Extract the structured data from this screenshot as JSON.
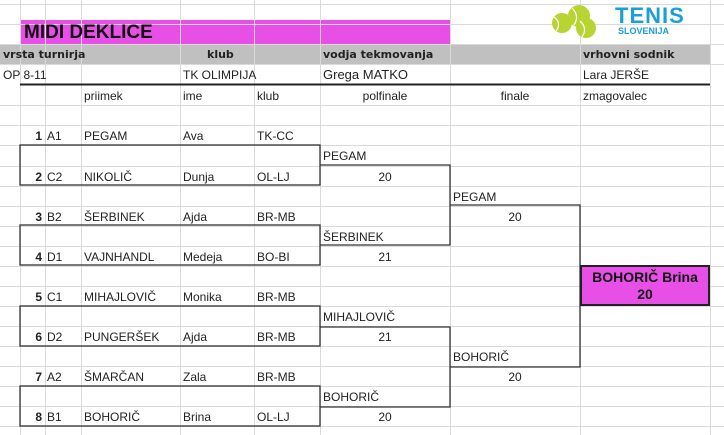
{
  "title": "MIDI DEKLICE",
  "logo": {
    "line1": "TENIS",
    "line2": "SLOVENIJA"
  },
  "header": {
    "vrsta_label": "vrsta turnirja",
    "klub_label": "klub",
    "vodja_label": "vodja tekmovanja",
    "sodnik_label": "vrhovni  sodnik",
    "vrsta_value": "OP 8-11",
    "klub_value": "TK OLIMPIJA",
    "vodja_value": "Grega MATKO",
    "sodnik_value": "Lara JERŠE"
  },
  "columns": {
    "priimek": "priimek",
    "ime": "ime",
    "klub": "klub",
    "polfinale": "polfinale",
    "finale": "finale",
    "zmagovalec": "zmagovalec"
  },
  "players": [
    {
      "num": "1",
      "seed": "A1",
      "surname": "PEGAM",
      "name": "Ava",
      "club": "TK-CC"
    },
    {
      "num": "2",
      "seed": "C2",
      "surname": "NIKOLIČ",
      "name": "Dunja",
      "club": "OL-LJ"
    },
    {
      "num": "3",
      "seed": "B2",
      "surname": "ŠERBINEK",
      "name": "Ajda",
      "club": "BR-MB"
    },
    {
      "num": "4",
      "seed": "D1",
      "surname": "VAJNHANDL",
      "name": "Medeja",
      "club": "BO-BI"
    },
    {
      "num": "5",
      "seed": "C1",
      "surname": "MIHAJLOVIČ",
      "name": "Monika",
      "club": "BR-MB"
    },
    {
      "num": "6",
      "seed": "D2",
      "surname": "PUNGERŠEK",
      "name": "Ajda",
      "club": "BR-MB"
    },
    {
      "num": "7",
      "seed": "A2",
      "surname": "ŠMARČAN",
      "name": "Zala",
      "club": "BR-MB"
    },
    {
      "num": "8",
      "seed": "B1",
      "surname": "BOHORIČ",
      "name": "Brina",
      "club": "OL-LJ"
    }
  ],
  "semifinal": [
    {
      "name": "PEGAM",
      "score": "20"
    },
    {
      "name": "ŠERBINEK",
      "score": "21"
    },
    {
      "name": "MIHAJLOVIČ",
      "score": "21"
    },
    {
      "name": "BOHORIČ",
      "score": "20"
    }
  ],
  "final": [
    {
      "name": "PEGAM",
      "score": "20"
    },
    {
      "name": "BOHORIČ",
      "score": "20"
    }
  ],
  "winner": {
    "name": "BOHORIČ Brina",
    "score": "20"
  },
  "colors": {
    "title_bg": "#e74fe7",
    "header_bg": "#c0c0c0",
    "logo_blue": "#1a9fd8",
    "ball": "#b8d432"
  }
}
